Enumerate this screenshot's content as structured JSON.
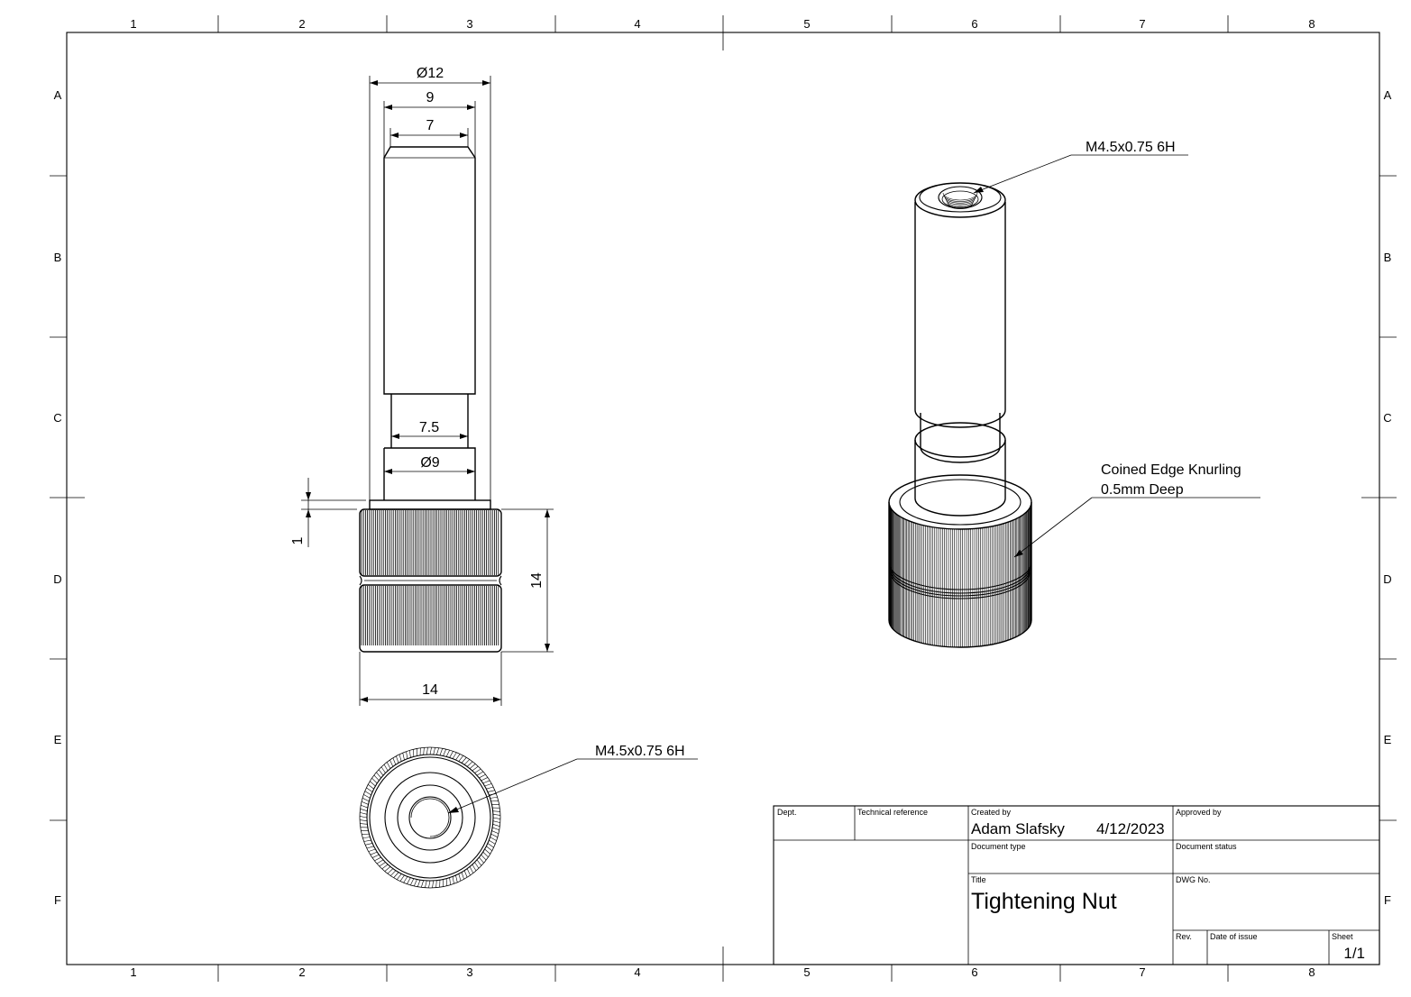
{
  "zones": {
    "columns": [
      "1",
      "2",
      "3",
      "4",
      "5",
      "6",
      "7",
      "8"
    ],
    "rows": [
      "A",
      "B",
      "C",
      "D",
      "E",
      "F"
    ]
  },
  "front_view": {
    "dim_outer_dia": "Ø12",
    "dim_top_width": "9",
    "dim_chamfer_width": "7",
    "dim_neck_width": "7.5",
    "dim_shoulder_dia": "Ø9",
    "dim_flange": "1",
    "dim_knurl_height": "14",
    "dim_knurl_width": "14"
  },
  "bottom_view": {
    "thread_callout": "M4.5x0.75 6H"
  },
  "iso_view": {
    "thread_callout": "M4.5x0.75 6H",
    "knurl_note_line1": "Coined Edge Knurling",
    "knurl_note_line2": "0.5mm Deep"
  },
  "title_block": {
    "dept_label": "Dept.",
    "tech_ref_label": "Technical reference",
    "created_by_label": "Created by",
    "created_by": "Adam Slafsky",
    "created_date": "4/12/2023",
    "approved_by_label": "Approved by",
    "doc_type_label": "Document type",
    "doc_status_label": "Document status",
    "title_label": "Title",
    "title": "Tightening Nut",
    "dwg_no_label": "DWG No.",
    "rev_label": "Rev.",
    "date_of_issue_label": "Date of issue",
    "sheet_label": "Sheet",
    "sheet": "1/1"
  }
}
